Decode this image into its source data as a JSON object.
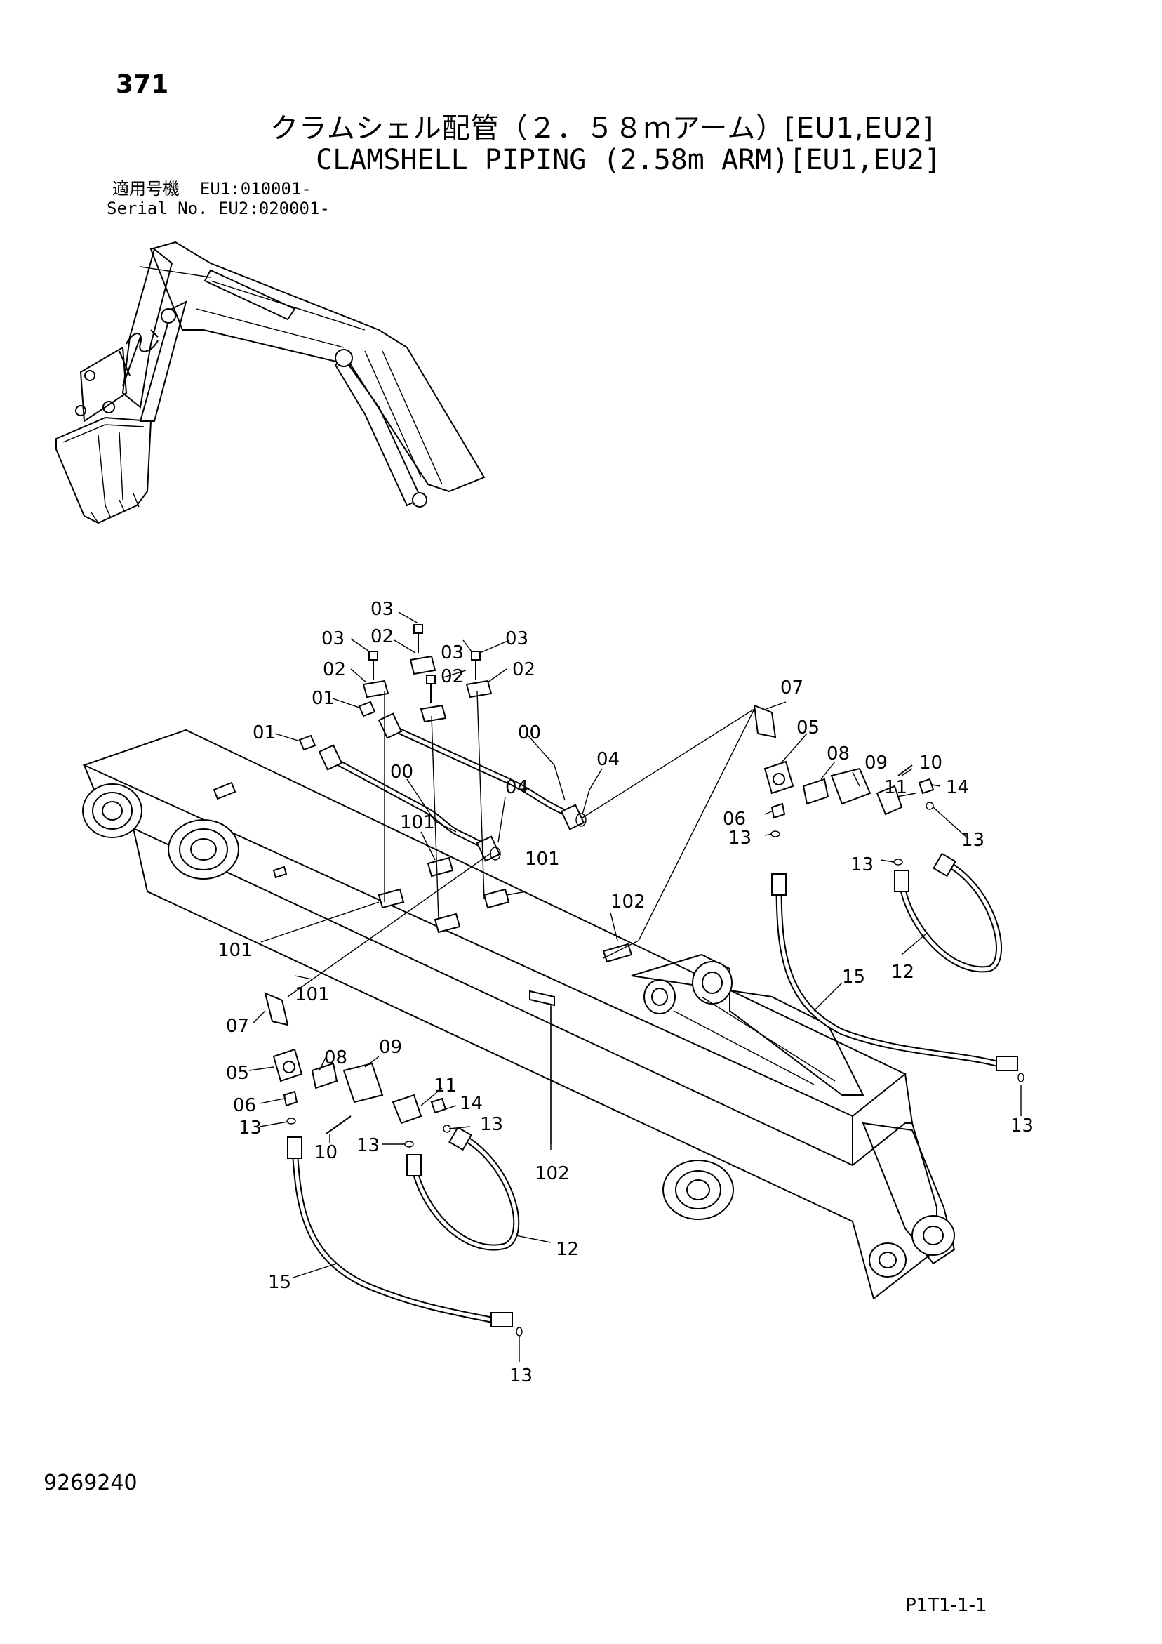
{
  "page_number": "371",
  "title_jp": "クラムシェル配管（２．５８ｍアーム）[EU1,EU2]",
  "title_en": "CLAMSHELL PIPING (2.58m ARM)[EU1,EU2]",
  "applicability": {
    "jp_label": "適用号機",
    "en_label": "Serial No.",
    "line1": "EU1:010001-",
    "line2": "EU2:020001-"
  },
  "doc_number": "9269240",
  "page_code": "P1T1-1-1",
  "callouts": {
    "c03a": "03",
    "c03b": "03",
    "c03c": "03",
    "c03d": "03",
    "c02a": "02",
    "c02b": "02",
    "c02c": "02",
    "c02d": "02",
    "c01a": "01",
    "c01b": "01",
    "c00a": "00",
    "c00b": "00",
    "c04a": "04",
    "c04b": "04",
    "c101a": "101",
    "c101b": "101",
    "c101c": "101",
    "c101d": "101",
    "c102a": "102",
    "c102b": "102",
    "c07a": "07",
    "c07b": "07",
    "c05a": "05",
    "c05b": "05",
    "c08a": "08",
    "c08b": "08",
    "c09a": "09",
    "c09b": "09",
    "c10a": "10",
    "c10b": "10",
    "c11a": "11",
    "c11b": "11",
    "c14a": "14",
    "c14b": "14",
    "c06a": "06",
    "c06b": "06",
    "c13a": "13",
    "c13b": "13",
    "c13c": "13",
    "c13d": "13",
    "c13e": "13",
    "c13f": "13",
    "c13g": "13",
    "c13h": "13",
    "c15a": "15",
    "c15b": "15",
    "c12a": "12",
    "c12b": "12"
  }
}
